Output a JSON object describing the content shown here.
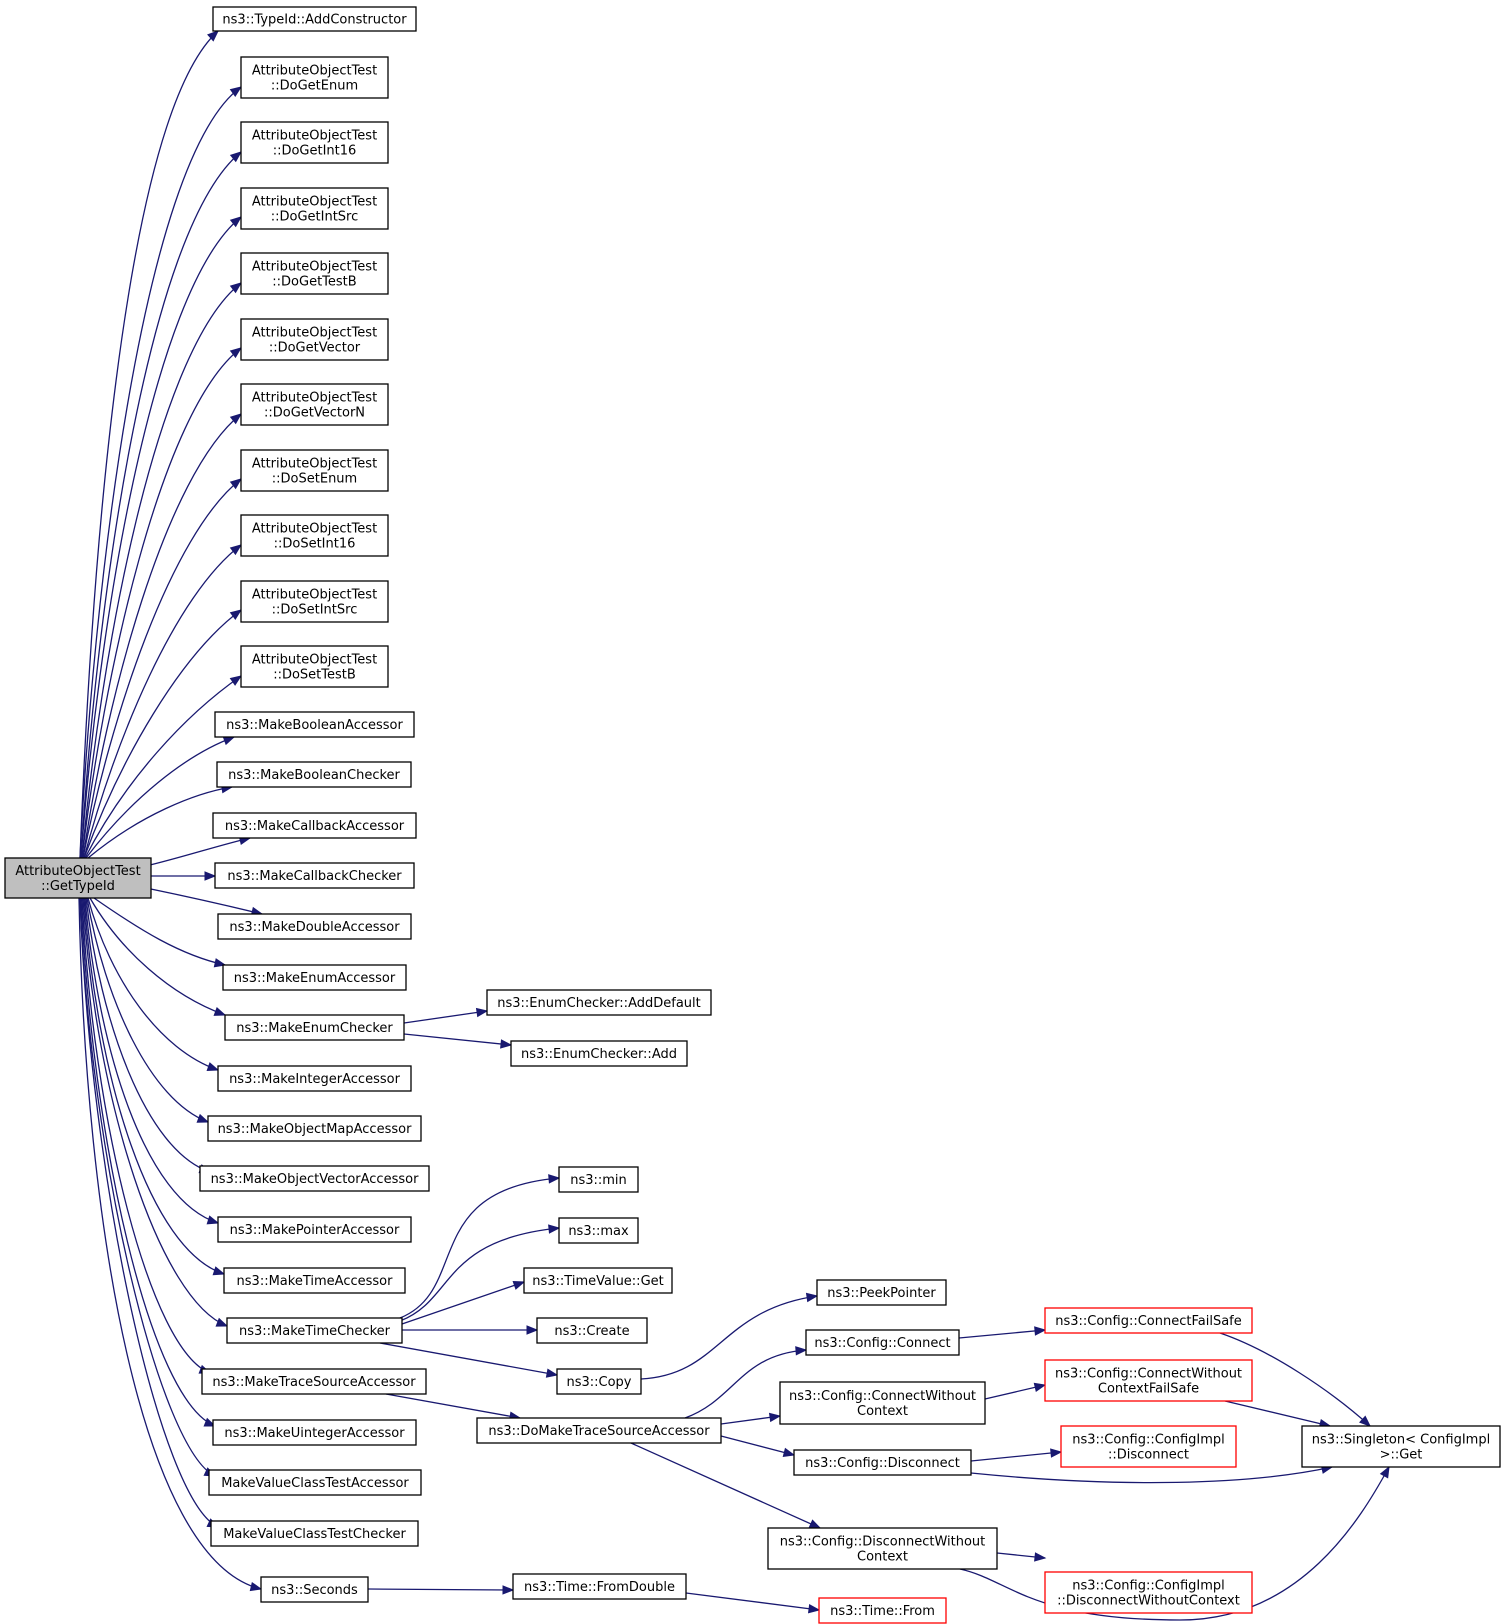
{
  "diagram": {
    "type": "call graph",
    "colors": {
      "edge": "#191970",
      "root_fill": "#bfbfbf",
      "node_border": "#000000",
      "incomplete_border": "#ff0000"
    },
    "nodes": [
      {
        "id": "root",
        "lines": [
          "AttributeObjectTest",
          "::GetTypeId"
        ],
        "style": "root"
      },
      {
        "id": "addctor",
        "lines": [
          "ns3::TypeId::AddConstructor"
        ]
      },
      {
        "id": "dogetenum",
        "lines": [
          "AttributeObjectTest",
          "::DoGetEnum"
        ]
      },
      {
        "id": "dogetint16",
        "lines": [
          "AttributeObjectTest",
          "::DoGetInt16"
        ]
      },
      {
        "id": "dogetintsrc",
        "lines": [
          "AttributeObjectTest",
          "::DoGetIntSrc"
        ]
      },
      {
        "id": "dogettestb",
        "lines": [
          "AttributeObjectTest",
          "::DoGetTestB"
        ]
      },
      {
        "id": "dogetvector",
        "lines": [
          "AttributeObjectTest",
          "::DoGetVector"
        ]
      },
      {
        "id": "dogetvectorn",
        "lines": [
          "AttributeObjectTest",
          "::DoGetVectorN"
        ]
      },
      {
        "id": "dosetenum",
        "lines": [
          "AttributeObjectTest",
          "::DoSetEnum"
        ]
      },
      {
        "id": "dosetint16",
        "lines": [
          "AttributeObjectTest",
          "::DoSetInt16"
        ]
      },
      {
        "id": "dosetintsrc",
        "lines": [
          "AttributeObjectTest",
          "::DoSetIntSrc"
        ]
      },
      {
        "id": "dosettestb",
        "lines": [
          "AttributeObjectTest",
          "::DoSetTestB"
        ]
      },
      {
        "id": "mkboolacc",
        "lines": [
          "ns3::MakeBooleanAccessor"
        ]
      },
      {
        "id": "mkboolchk",
        "lines": [
          "ns3::MakeBooleanChecker"
        ]
      },
      {
        "id": "mkcbacc",
        "lines": [
          "ns3::MakeCallbackAccessor"
        ]
      },
      {
        "id": "mkcbchk",
        "lines": [
          "ns3::MakeCallbackChecker"
        ]
      },
      {
        "id": "mkdblacc",
        "lines": [
          "ns3::MakeDoubleAccessor"
        ]
      },
      {
        "id": "mkenumacc",
        "lines": [
          "ns3::MakeEnumAccessor"
        ]
      },
      {
        "id": "mkenumchk",
        "lines": [
          "ns3::MakeEnumChecker"
        ]
      },
      {
        "id": "enumadddef",
        "lines": [
          "ns3::EnumChecker::AddDefault"
        ]
      },
      {
        "id": "enumadd",
        "lines": [
          "ns3::EnumChecker::Add"
        ]
      },
      {
        "id": "mkintacc",
        "lines": [
          "ns3::MakeIntegerAccessor"
        ]
      },
      {
        "id": "mkobjmapacc",
        "lines": [
          "ns3::MakeObjectMapAccessor"
        ]
      },
      {
        "id": "mkobjvecacc",
        "lines": [
          "ns3::MakeObjectVectorAccessor"
        ]
      },
      {
        "id": "mkptracc",
        "lines": [
          "ns3::MakePointerAccessor"
        ]
      },
      {
        "id": "mktimeacc",
        "lines": [
          "ns3::MakeTimeAccessor"
        ]
      },
      {
        "id": "mktimechk",
        "lines": [
          "ns3::MakeTimeChecker"
        ]
      },
      {
        "id": "min",
        "lines": [
          "ns3::min"
        ]
      },
      {
        "id": "max",
        "lines": [
          "ns3::max"
        ]
      },
      {
        "id": "timevalueget",
        "lines": [
          "ns3::TimeValue::Get"
        ]
      },
      {
        "id": "create",
        "lines": [
          "ns3::Create"
        ]
      },
      {
        "id": "copy",
        "lines": [
          "ns3::Copy"
        ]
      },
      {
        "id": "peekptr",
        "lines": [
          "ns3::PeekPointer"
        ]
      },
      {
        "id": "mktraceacc",
        "lines": [
          "ns3::MakeTraceSourceAccessor"
        ]
      },
      {
        "id": "domktraceacc",
        "lines": [
          "ns3::DoMakeTraceSourceAccessor"
        ]
      },
      {
        "id": "cfgconnect",
        "lines": [
          "ns3::Config::Connect"
        ]
      },
      {
        "id": "cfgconnectfs",
        "lines": [
          "ns3::Config::ConnectFailSafe"
        ],
        "style": "red"
      },
      {
        "id": "cfgconnectwoc",
        "lines": [
          "ns3::Config::ConnectWithout",
          "Context"
        ]
      },
      {
        "id": "cfgconnectwocfs",
        "lines": [
          "ns3::Config::ConnectWithout",
          "ContextFailSafe"
        ],
        "style": "red"
      },
      {
        "id": "cfgdisconnect",
        "lines": [
          "ns3::Config::Disconnect"
        ]
      },
      {
        "id": "cfgimpldisc",
        "lines": [
          "ns3::Config::ConfigImpl",
          "::Disconnect"
        ],
        "style": "red"
      },
      {
        "id": "singletonget",
        "lines": [
          "ns3::Singleton< ConfigImpl",
          " >::Get"
        ]
      },
      {
        "id": "cfgdiscwoc",
        "lines": [
          "ns3::Config::DisconnectWithout",
          "Context"
        ]
      },
      {
        "id": "cfgimpldiscwoc",
        "lines": [
          "ns3::Config::ConfigImpl",
          "::DisconnectWithoutContext"
        ],
        "style": "red"
      },
      {
        "id": "mkuintacc",
        "lines": [
          "ns3::MakeUintegerAccessor"
        ]
      },
      {
        "id": "mkvctacc",
        "lines": [
          "MakeValueClassTestAccessor"
        ]
      },
      {
        "id": "mkvctchk",
        "lines": [
          "MakeValueClassTestChecker"
        ]
      },
      {
        "id": "seconds",
        "lines": [
          "ns3::Seconds"
        ]
      },
      {
        "id": "fromdouble",
        "lines": [
          "ns3::Time::FromDouble"
        ]
      },
      {
        "id": "timefrom",
        "lines": [
          "ns3::Time::From"
        ],
        "style": "red"
      }
    ],
    "edges": [
      [
        "root",
        "addctor"
      ],
      [
        "root",
        "dogetenum"
      ],
      [
        "root",
        "dogetint16"
      ],
      [
        "root",
        "dogetintsrc"
      ],
      [
        "root",
        "dogettestb"
      ],
      [
        "root",
        "dogetvector"
      ],
      [
        "root",
        "dogetvectorn"
      ],
      [
        "root",
        "dosetenum"
      ],
      [
        "root",
        "dosetint16"
      ],
      [
        "root",
        "dosetintsrc"
      ],
      [
        "root",
        "dosettestb"
      ],
      [
        "root",
        "mkboolacc"
      ],
      [
        "root",
        "mkboolchk"
      ],
      [
        "root",
        "mkcbacc"
      ],
      [
        "root",
        "mkcbchk"
      ],
      [
        "root",
        "mkdblacc"
      ],
      [
        "root",
        "mkenumacc"
      ],
      [
        "root",
        "mkenumchk"
      ],
      [
        "root",
        "mkintacc"
      ],
      [
        "root",
        "mkobjmapacc"
      ],
      [
        "root",
        "mkobjvecacc"
      ],
      [
        "root",
        "mkptracc"
      ],
      [
        "root",
        "mktimeacc"
      ],
      [
        "root",
        "mktimechk"
      ],
      [
        "root",
        "mktraceacc"
      ],
      [
        "root",
        "mkuintacc"
      ],
      [
        "root",
        "mkvctacc"
      ],
      [
        "root",
        "mkvctchk"
      ],
      [
        "root",
        "seconds"
      ],
      [
        "mkenumchk",
        "enumadddef"
      ],
      [
        "mkenumchk",
        "enumadd"
      ],
      [
        "mktimechk",
        "min"
      ],
      [
        "mktimechk",
        "max"
      ],
      [
        "mktimechk",
        "timevalueget"
      ],
      [
        "mktimechk",
        "create"
      ],
      [
        "mktimechk",
        "copy"
      ],
      [
        "copy",
        "peekptr"
      ],
      [
        "mktraceacc",
        "domktraceacc"
      ],
      [
        "domktraceacc",
        "cfgconnect"
      ],
      [
        "domktraceacc",
        "cfgconnectwoc"
      ],
      [
        "domktraceacc",
        "cfgdisconnect"
      ],
      [
        "domktraceacc",
        "cfgdiscwoc"
      ],
      [
        "cfgconnect",
        "cfgconnectfs"
      ],
      [
        "cfgconnectfs",
        "singletonget"
      ],
      [
        "cfgconnectwoc",
        "cfgconnectwocfs"
      ],
      [
        "cfgconnectwocfs",
        "singletonget"
      ],
      [
        "cfgdisconnect",
        "cfgimpldisc"
      ],
      [
        "cfgdisconnect",
        "singletonget"
      ],
      [
        "cfgdiscwoc",
        "cfgimpldiscwoc"
      ],
      [
        "cfgdiscwoc",
        "singletonget"
      ],
      [
        "seconds",
        "fromdouble"
      ],
      [
        "fromdouble",
        "timefrom"
      ]
    ]
  }
}
